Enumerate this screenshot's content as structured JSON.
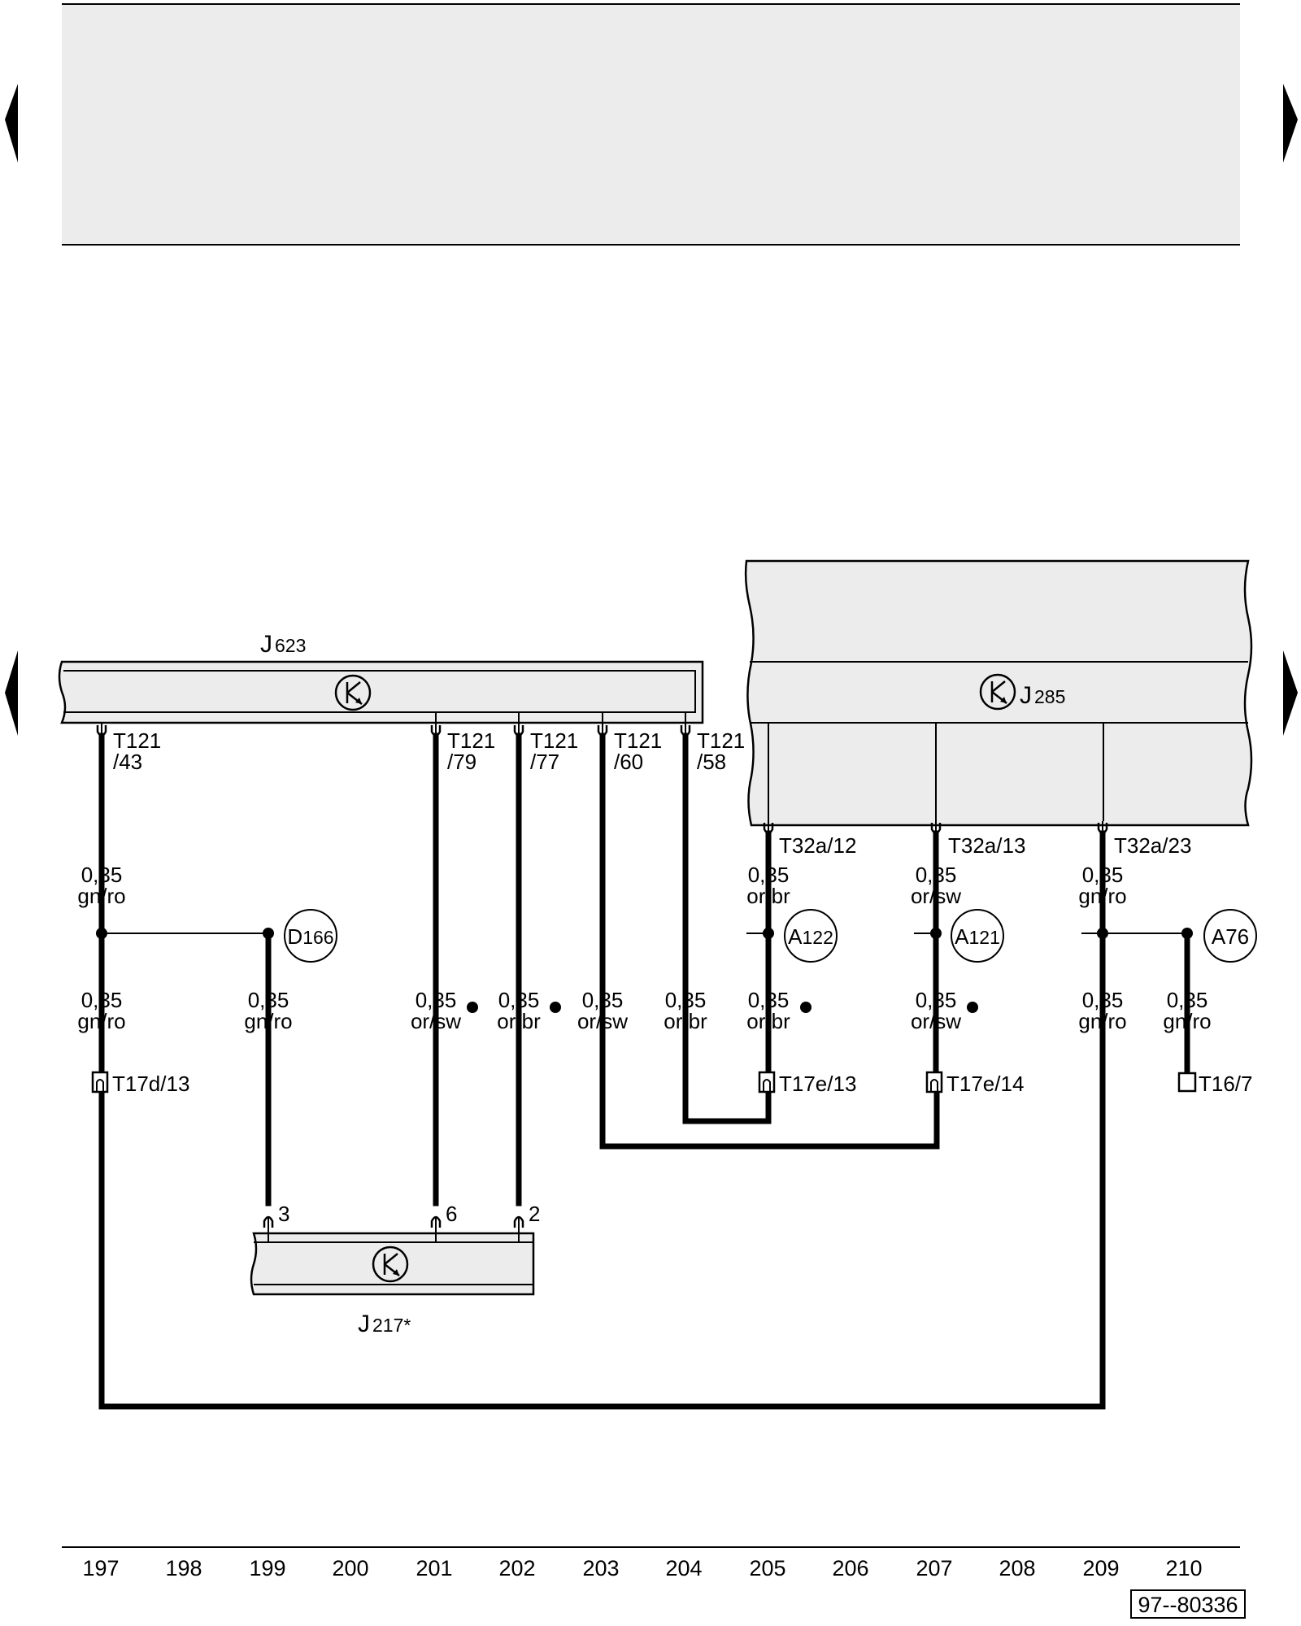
{
  "components": {
    "j623": {
      "letter": "J",
      "sub": "623"
    },
    "j285": {
      "letter": "J",
      "sub": "285"
    },
    "j217": {
      "letter": "J",
      "sub": "217*"
    }
  },
  "pins_j623": [
    {
      "line1": "T121",
      "line2": "/43"
    },
    {
      "line1": "T121",
      "line2": "/79"
    },
    {
      "line1": "T121",
      "line2": "/77"
    },
    {
      "line1": "T121",
      "line2": "/60"
    },
    {
      "line1": "T121",
      "line2": "/58"
    }
  ],
  "pins_j285": [
    "T32a/12",
    "T32a/13",
    "T32a/23"
  ],
  "pins_j217": [
    "3",
    "6",
    "2"
  ],
  "wire_labels_upper": [
    {
      "size": "0,35",
      "color": "gn/ro"
    },
    {
      "size": "0,35",
      "color": "or/br"
    },
    {
      "size": "0,35",
      "color": "or/sw"
    },
    {
      "size": "0,35",
      "color": "gn/ro"
    }
  ],
  "wire_labels_lower": [
    {
      "size": "0,35",
      "color": "gn/ro"
    },
    {
      "size": "0,35",
      "color": "gn/ro"
    },
    {
      "size": "0,35",
      "color": "or/sw"
    },
    {
      "size": "0,35",
      "color": "or/br"
    },
    {
      "size": "0,35",
      "color": "or/sw"
    },
    {
      "size": "0,35",
      "color": "or/br"
    },
    {
      "size": "0,35",
      "color": "or/br"
    },
    {
      "size": "0,35",
      "color": "or/sw"
    },
    {
      "size": "0,35",
      "color": "gn/ro"
    },
    {
      "size": "0,35",
      "color": "gn/ro"
    }
  ],
  "junctions": [
    {
      "letter": "D",
      "sub": "166"
    },
    {
      "letter": "A",
      "sub": "122"
    },
    {
      "letter": "A",
      "sub": "121"
    },
    {
      "letter": "A",
      "sub": "76"
    }
  ],
  "connectors": [
    "T17d/13",
    "T17e/13",
    "T17e/14",
    "T16/7"
  ],
  "tracks": [
    "197",
    "198",
    "199",
    "200",
    "201",
    "202",
    "203",
    "204",
    "205",
    "206",
    "207",
    "208",
    "209",
    "210"
  ],
  "diagram_id": "97--80336"
}
